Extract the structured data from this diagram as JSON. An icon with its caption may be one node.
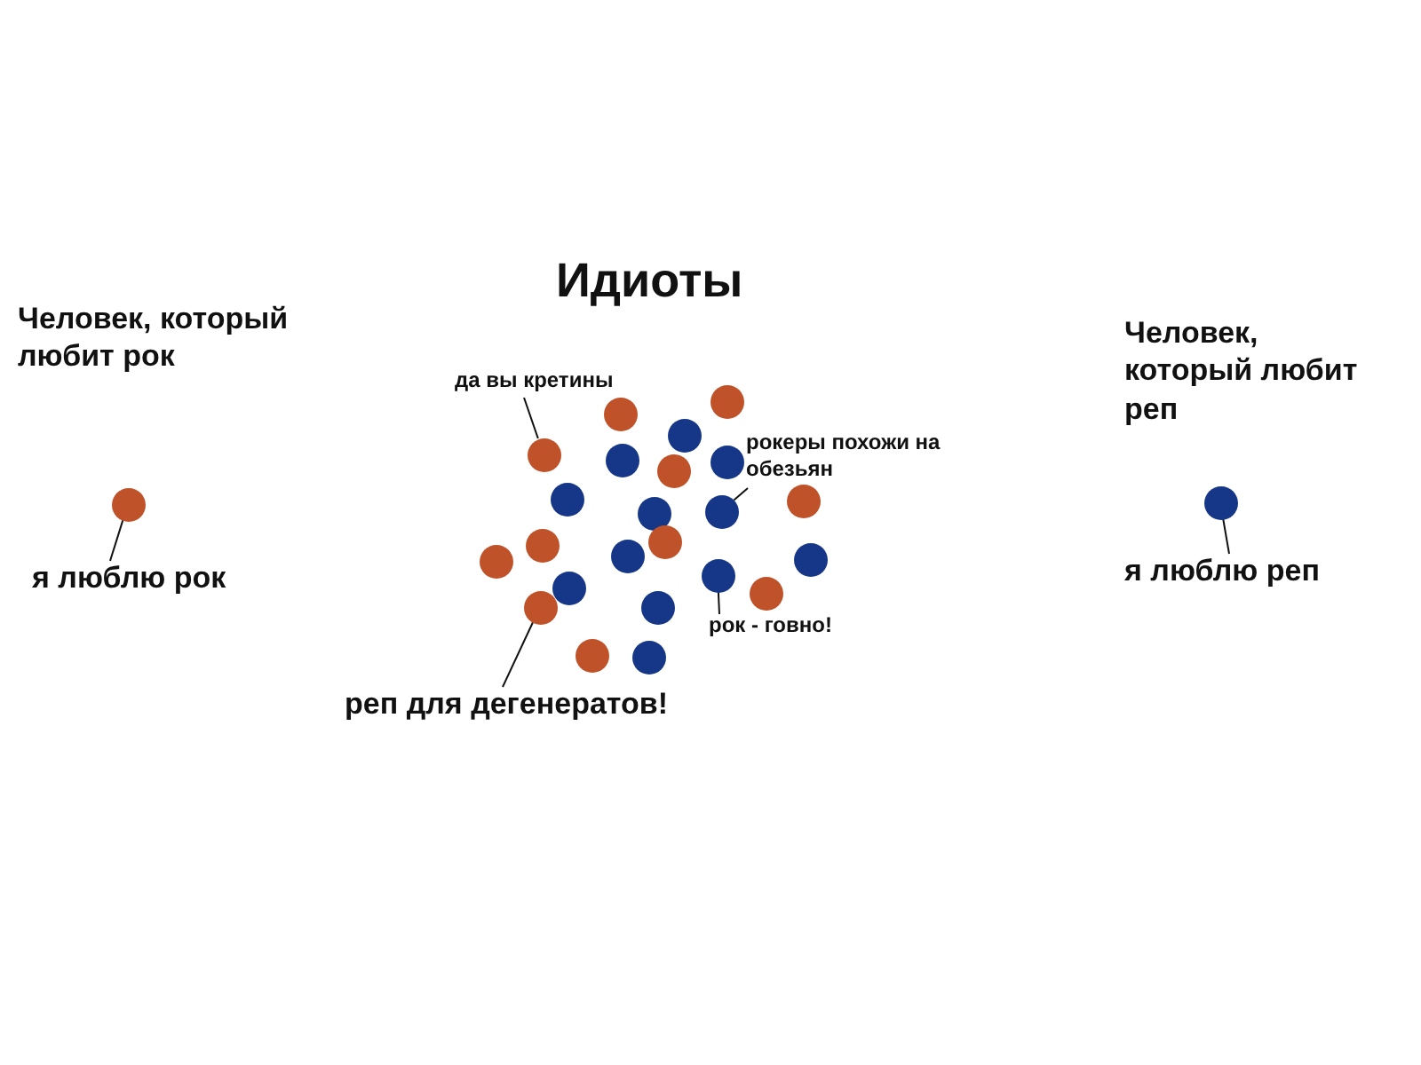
{
  "diagram": {
    "title": "Идиоты",
    "nodes": [
      {
        "text": [
          "я люблю рок"
        ]
      },
      {
        "text": [],
        "shape": "circle"
      },
      {
        "text": [
          "да вы кретины"
        ]
      },
      {
        "text": [
          "рокеры похожи на обезьян"
        ]
      },
      {
        "text": [
          "рок - говно!"
        ]
      },
      {
        "text": [
          "реп для дегенератов!"
        ]
      },
      {
        "text": [],
        "shape": "circle"
      },
      {
        "text": [],
        "shape": "circle"
      },
      {
        "text": [],
        "shape": "circle"
      },
      {
        "text": [],
        "shape": "circle"
      },
      {
        "text": [],
        "shape": "circle"
      },
      {
        "text": [],
        "shape": "circle"
      },
      {
        "text": [],
        "shape": "circle"
      },
      {
        "text": [],
        "shape": "circle"
      },
      {
        "text": [],
        "shape": "circle"
      },
      {
        "text": [],
        "shape": "circle"
      },
      {
        "text": [],
        "shape": "circle"
      },
      {
        "text": [],
        "shape": "circle"
      },
      {
        "text": [],
        "shape": "circle"
      },
      {
        "text": [],
        "shape": "circle"
      },
      {
        "text": [],
        "shape": "circle"
      },
      {
        "text": [],
        "shape": "circle"
      },
      {
        "text": [],
        "shape": "circle"
      },
      {
        "text": [],
        "shape": "circle"
      },
      {
        "text": [],
        "shape": "circle"
      },
      {
        "text": [],
        "shape": "circle"
      },
      {
        "text": [],
        "shape": "circle"
      },
      {
        "text": [],
        "shape": "circle"
      },
      {
        "text": [],
        "shape": "circle"
      },
      {
        "text": [
          "я люблю реп"
        ]
      },
      {
        "text": [],
        "shape": "circle"
      }
    ],
    "edges": [
      {
        "from": 0,
        "to": 1,
        "arrow": "none"
      },
      {
        "from": 2,
        "to": 9,
        "arrow": "none"
      },
      {
        "from": 3,
        "to": 15,
        "arrow": "none"
      },
      {
        "from": 4,
        "to": 22,
        "arrow": "none"
      },
      {
        "from": 5,
        "to": 25,
        "arrow": "none"
      },
      {
        "from": 29,
        "to": 30,
        "arrow": "none"
      }
    ],
    "labels": [
      "Человек, который любит рок",
      "Человек, который любит реп"
    ]
  }
}
